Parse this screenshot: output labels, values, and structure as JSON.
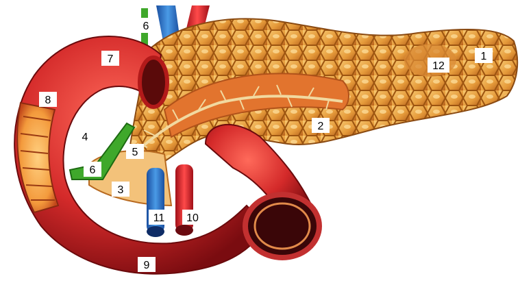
{
  "labels": {
    "l1": "1",
    "l2": "2",
    "l3": "3",
    "l4": "4",
    "l5": "5",
    "l6_top": "6",
    "l6_bottom": "6",
    "l7": "7",
    "l8": "8",
    "l9": "9",
    "l10": "10",
    "l11": "11",
    "l12": "12"
  },
  "colors": {
    "pancreas": "#e9a443",
    "pancreas_cell_edge": "#9c5410",
    "pancreatic_duct": "#f1d9a0",
    "duodenum": "#d42a2a",
    "duodenum_inner": "#f4b060",
    "bile_duct": "#3fa82b",
    "artery": "#d8202a",
    "vein": "#2a73cc"
  }
}
